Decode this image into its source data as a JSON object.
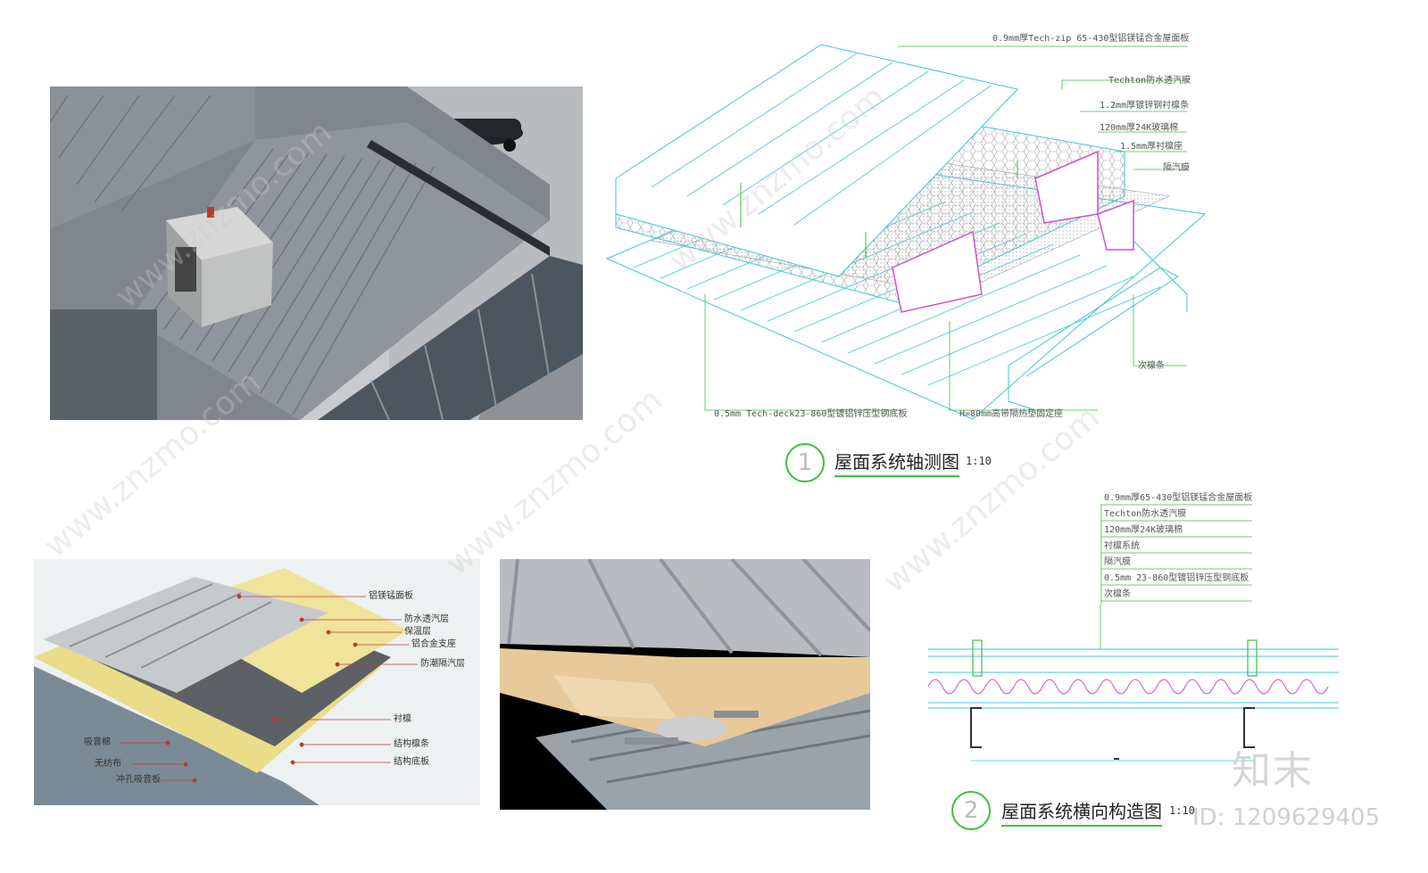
{
  "axonometric": {
    "labels": {
      "roof_panel": "0.9mm厚Tech-zip 65-430型铝镁锰合金屋面板",
      "membrane": "Techton防水透汽膜",
      "purlin_liner": "1.2mm厚镀锌钢衬檩条",
      "glass_wool": "120mm厚24K玻璃棉",
      "purlin_base": "1.5mm厚衬檩座",
      "vapor_barrier": "隔汽膜",
      "secondary_purlin": "次檩条",
      "deck": "0.5mm  Tech-deck23-860型镀铝锌压型钢底板",
      "support": "H=80mm高带隔热垫固定座"
    },
    "title": "屋面系统轴测图",
    "number": "1",
    "scale": "1:10"
  },
  "section": {
    "labels": [
      "0.9mm厚65-430型铝镁锰合金屋面板",
      "Techton防水透汽膜",
      "120mm厚24K玻璃棉",
      "衬檩系统",
      "隔汽膜",
      "0.5mm  23-860型镀铝锌压型钢底板",
      "次檩条"
    ],
    "title": "屋面系统横向构造图",
    "number": "2",
    "scale": "1:10"
  },
  "layer_diagram": {
    "right_labels": [
      "铝镁锰面板",
      "防水透汽层",
      "保温层",
      "铝合金支座",
      "防潮隔汽层",
      "衬檩",
      "结构檩条",
      "结构底板"
    ],
    "left_labels": [
      "吸音棉",
      "无纺布",
      "冲孔吸音板"
    ]
  },
  "brand": {
    "name": "知末",
    "id": "ID: 1209629405"
  },
  "watermark": "www.znzmo.com",
  "colors": {
    "cyan": "#39c7d8",
    "green": "#3fbf3f",
    "magenta": "#d04fd0",
    "panel": "#8e949a"
  }
}
